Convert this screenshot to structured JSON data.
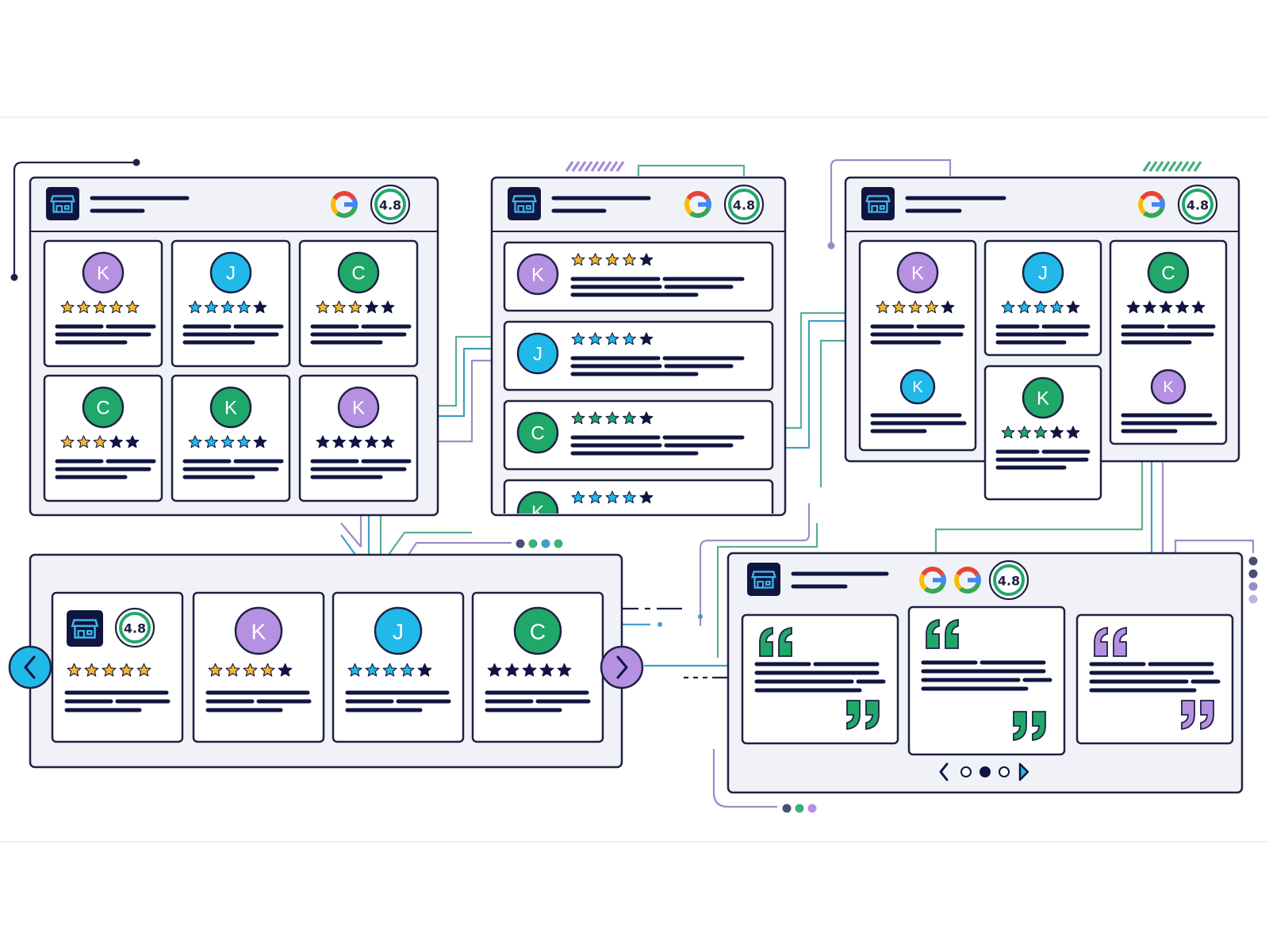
{
  "colors": {
    "purple": "#b591e2",
    "blue": "#21b9ea",
    "green": "#1fa86a",
    "gold": "#f5b82c",
    "navy": "#101540",
    "connector_green": "#5cae92",
    "connector_purple": "#9f8ac8",
    "connector_blue": "#3f9fc4"
  },
  "rating": "4.8",
  "google_logo_letter": "G",
  "panels": {
    "grid_top_left": {
      "cards": [
        {
          "letter": "K",
          "avatar": "purple",
          "stars": 5,
          "star_color": "gold"
        },
        {
          "letter": "J",
          "avatar": "blue",
          "stars": 4,
          "star_color": "blue"
        },
        {
          "letter": "C",
          "avatar": "green",
          "stars": 3,
          "star_color": "gold"
        },
        {
          "letter": "C",
          "avatar": "green",
          "stars": 3.5,
          "star_color": "gold"
        },
        {
          "letter": "K",
          "avatar": "green",
          "stars": 4,
          "star_color": "blue"
        },
        {
          "letter": "K",
          "avatar": "purple",
          "stars": 5,
          "star_color": "navy"
        }
      ]
    },
    "list_middle": {
      "rows": [
        {
          "letter": "K",
          "avatar": "purple",
          "stars": 4,
          "star_color": "gold"
        },
        {
          "letter": "J",
          "avatar": "blue",
          "stars": 4,
          "star_color": "blue"
        },
        {
          "letter": "C",
          "avatar": "green",
          "stars": 4,
          "star_color": "green"
        },
        {
          "letter": "K",
          "avatar": "green",
          "stars": 4,
          "star_color": "blue"
        }
      ]
    },
    "masonry_top_right": {
      "cards": [
        {
          "letter": "K",
          "avatar": "purple",
          "stars": 4,
          "star_color": "gold"
        },
        {
          "letter": "J",
          "avatar": "blue",
          "stars": 4,
          "star_color": "blue"
        },
        {
          "letter": "C",
          "avatar": "green",
          "stars": 5,
          "star_color": "navy"
        },
        {
          "letter": "K",
          "avatar": "blue",
          "stars": 0,
          "star_color": "navy"
        },
        {
          "letter": "K",
          "avatar": "green",
          "stars": 3.5,
          "star_color": "green"
        },
        {
          "letter": "K",
          "avatar": "purple",
          "stars": 0,
          "star_color": "navy"
        }
      ]
    },
    "carousel_bottom_left": {
      "badge_stars": 5,
      "cards": [
        {
          "letter": "K",
          "avatar": "purple",
          "stars": 4,
          "star_color": "gold"
        },
        {
          "letter": "J",
          "avatar": "blue",
          "stars": 4,
          "star_color": "blue"
        },
        {
          "letter": "C",
          "avatar": "green",
          "stars": 5,
          "star_color": "navy"
        }
      ]
    },
    "quotes_bottom_right": {
      "quotes": [
        {
          "color": "green"
        },
        {
          "color": "green"
        },
        {
          "color": "purple"
        }
      ],
      "pager": {
        "total": 3,
        "active": 1
      }
    }
  }
}
